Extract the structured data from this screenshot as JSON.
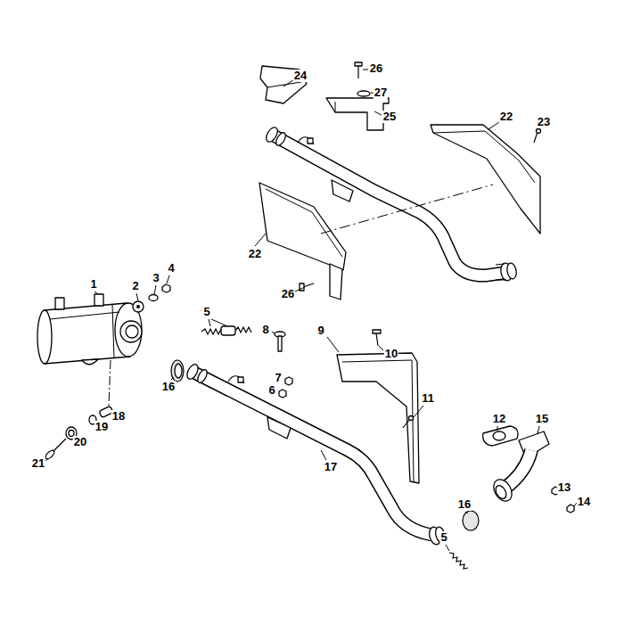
{
  "diagram": {
    "labels": [
      "24",
      "26",
      "27",
      "25",
      "22",
      "23",
      "22",
      "1",
      "4",
      "3",
      "2",
      "26",
      "5",
      "8",
      "9",
      "10",
      "7",
      "6",
      "16",
      "11",
      "18",
      "12",
      "15",
      "19",
      "20",
      "21",
      "17",
      "13",
      "14",
      "16",
      "5"
    ]
  }
}
